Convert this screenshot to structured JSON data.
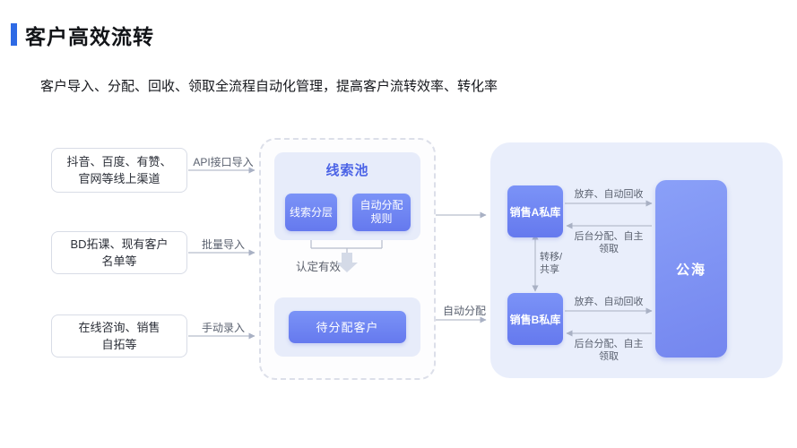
{
  "header": {
    "title": "客户高效流转",
    "subtitle": "客户导入、分配、回收、领取全流程自动化管理，提高客户流转效率、转化率"
  },
  "sources": [
    {
      "label": "抖音、百度、有赞、官网等线上渠道",
      "method": "API接口导入"
    },
    {
      "label": "BD拓课、现有客户名单等",
      "method": "批量导入"
    },
    {
      "label": "在线咨询、销售自拓等",
      "method": "手动录入"
    }
  ],
  "lead_pool": {
    "title": "线索池",
    "tools": [
      {
        "label": "线索分层"
      },
      {
        "label": "自动分配规则"
      }
    ],
    "qualify_label": "认定有效",
    "pending_label": "待分配客户"
  },
  "flows": {
    "auto_assign": "自动分配",
    "transfer": "转移/共享",
    "recycle": "放弃、自动回收",
    "claim": "后台分配、自主领取"
  },
  "private_pools": [
    {
      "label": "销售A私库"
    },
    {
      "label": "销售B私库"
    }
  ],
  "public_pool": {
    "label": "公海"
  },
  "colors": {
    "accent": "#2e6ae5",
    "button_blue": "#6f86f3",
    "panel_light": "#e9eefb",
    "line_gray": "#aab2c4"
  }
}
